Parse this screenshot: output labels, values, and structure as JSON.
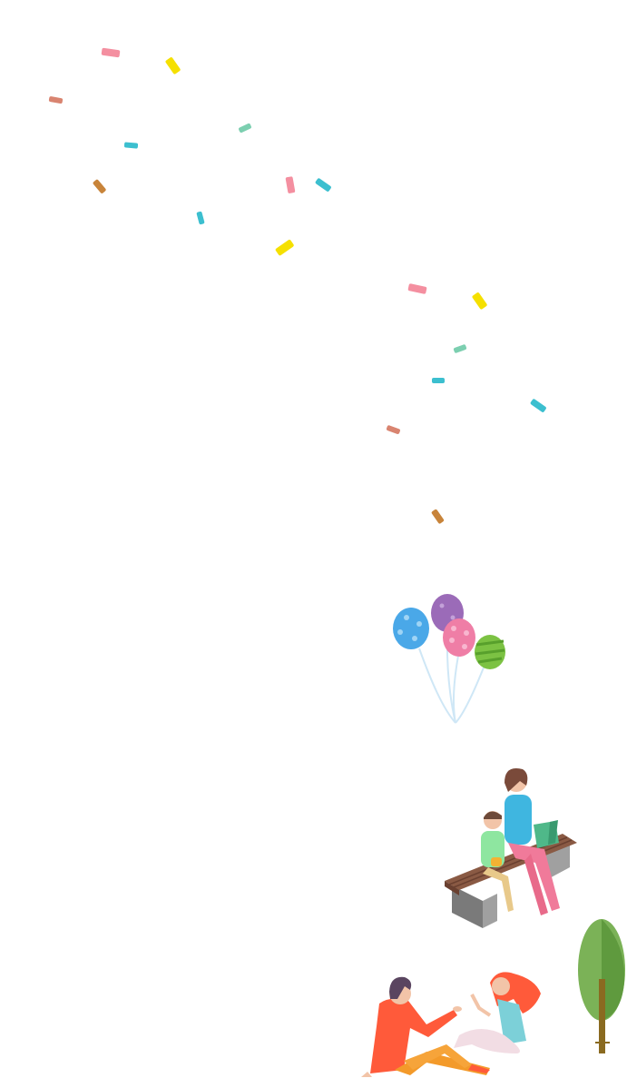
{
  "colors": {
    "background": "#ffffff",
    "confetti_pink": "#f48fa0",
    "confetti_yellow": "#f5e000",
    "confetti_teal": "#3cbfcf",
    "confetti_mint": "#7ccfb0",
    "confetti_brown": "#c8843a",
    "confetti_salmon": "#d98470",
    "balloon_blue": "#4aa8e8",
    "balloon_purple": "#9b6bb8",
    "balloon_pink": "#ef7ea6",
    "balloon_green": "#7cc243",
    "tree_green": "#6ea84a",
    "bench_wood": "#8a5a44",
    "bench_stone": "#8b8b8b"
  },
  "illustration": {
    "elements": [
      "confetti",
      "balloons",
      "woman-and-child-on-bench",
      "couple-sitting",
      "tree"
    ]
  }
}
